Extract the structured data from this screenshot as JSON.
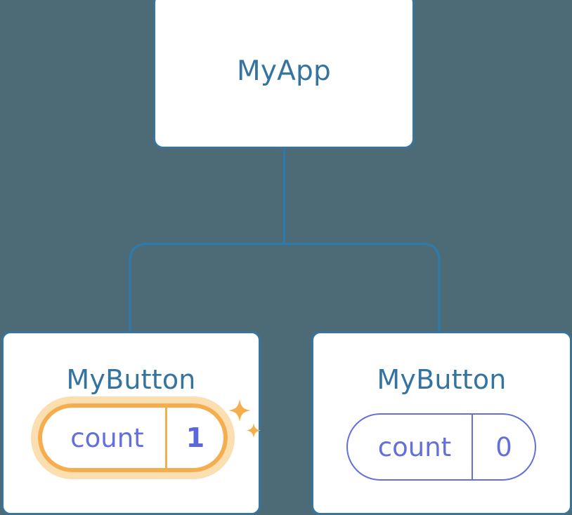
{
  "diagram": {
    "type": "component-tree",
    "background_color": "#4c6b77",
    "node_border_color": "#37759f",
    "node_title_color": "#35749e",
    "connector_color": "#2e7aab",
    "prop_color": "#6370dc",
    "highlight_color": "#f5ae4e",
    "highlight_glow_color": "#fbdfb1",
    "highlight_value_color": "#5b67dd",
    "sparkle_color": "#f5ae4e"
  },
  "root": {
    "title": "MyApp"
  },
  "children": [
    {
      "title": "MyButton",
      "prop": {
        "key": "count",
        "value": "1"
      },
      "highlighted": true,
      "sparkle": true
    },
    {
      "title": "MyButton",
      "prop": {
        "key": "count",
        "value": "0"
      },
      "highlighted": false,
      "sparkle": false
    }
  ]
}
